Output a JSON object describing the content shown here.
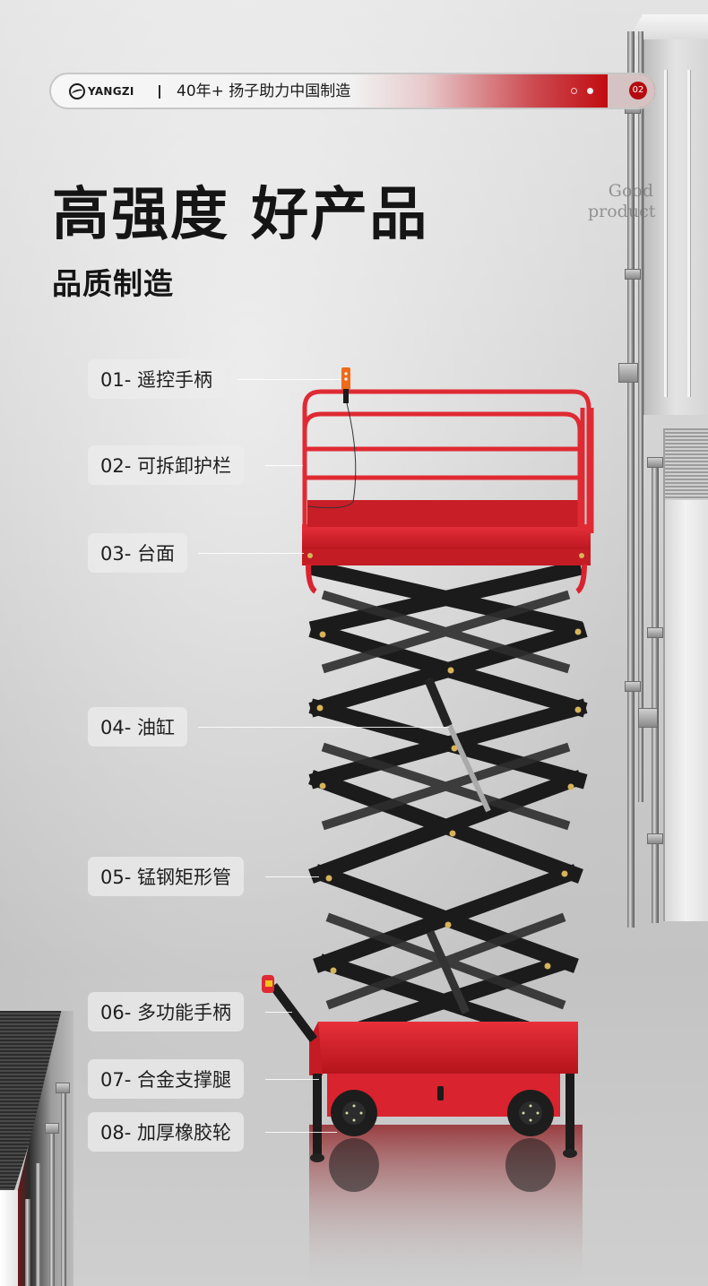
{
  "header": {
    "brand": "YANGZI",
    "tagline": "40年+ 扬子助力中国制造",
    "page_indicator": "02",
    "dots": [
      "outline",
      "filled"
    ],
    "accent_color": "#c10d12"
  },
  "hero": {
    "title": "高强度 好产品",
    "subtitle": "品质制造",
    "ghost_text_line1": "Good",
    "ghost_text_line2": "product"
  },
  "callouts": [
    {
      "label": "01- 遥控手柄"
    },
    {
      "label": "02- 可拆卸护栏"
    },
    {
      "label": "03- 台面"
    },
    {
      "label": "04- 油缸"
    },
    {
      "label": "05-  锰钢矩形管"
    },
    {
      "label": "06- 多功能手柄"
    },
    {
      "label": "07- 合金支撑腿"
    },
    {
      "label": "08- 加厚橡胶轮"
    }
  ],
  "product": {
    "name": "scissor-lift",
    "frame_color": "#d9232e",
    "scissor_color": "#1b1b1b",
    "controller_color": "#ef6a1a"
  }
}
